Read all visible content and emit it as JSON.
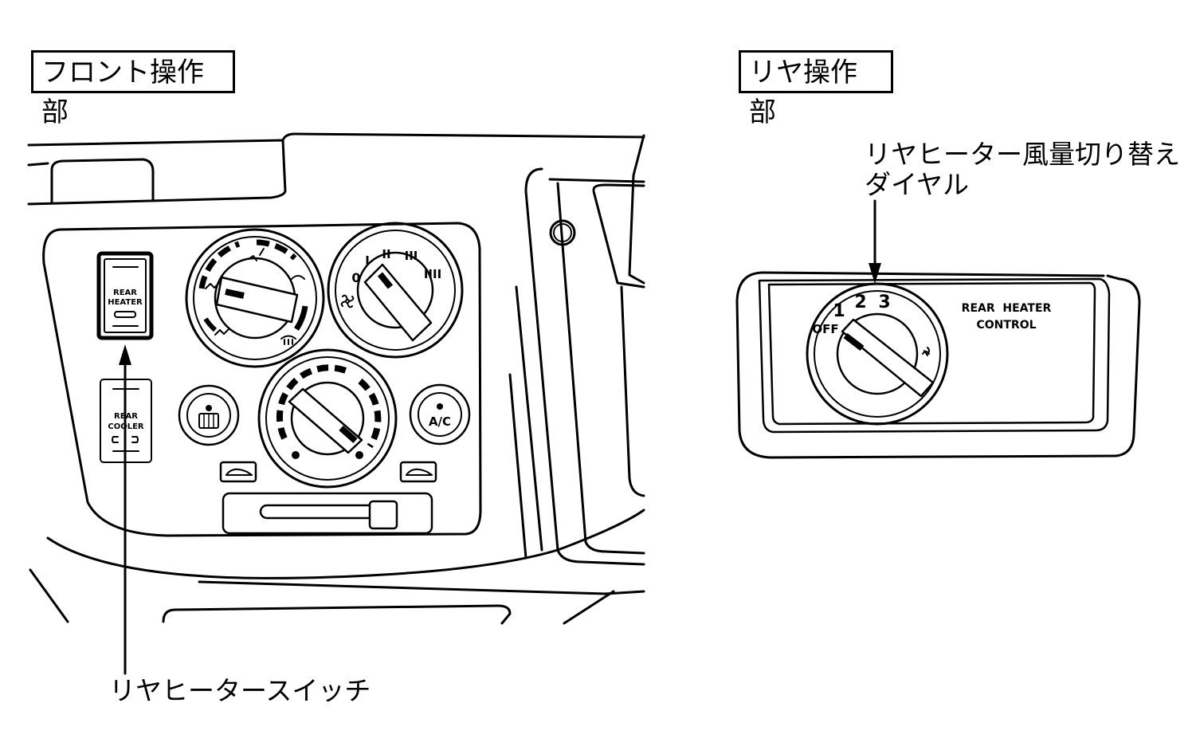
{
  "front_section": {
    "title": "フロント操作部",
    "switch_callout": "リヤヒータースイッチ",
    "rear_heater_switch": {
      "line1": "REAR",
      "line2": "HEATER"
    },
    "rear_cooler_switch": {
      "line1": "REAR",
      "line2": "COOLER"
    },
    "fan_dial_marks": [
      "0",
      "I",
      "II",
      "III",
      "IIII"
    ],
    "ac_button": "A/C"
  },
  "rear_section": {
    "title": "リヤ操作部",
    "dial_callout_line1": "リヤヒーター風量切り替え",
    "dial_callout_line2": "ダイヤル",
    "panel_label_line1": "REAR  HEATER",
    "panel_label_line2": "CONTROL",
    "dial_positions": [
      "OFF",
      "1",
      "2",
      "3"
    ]
  }
}
